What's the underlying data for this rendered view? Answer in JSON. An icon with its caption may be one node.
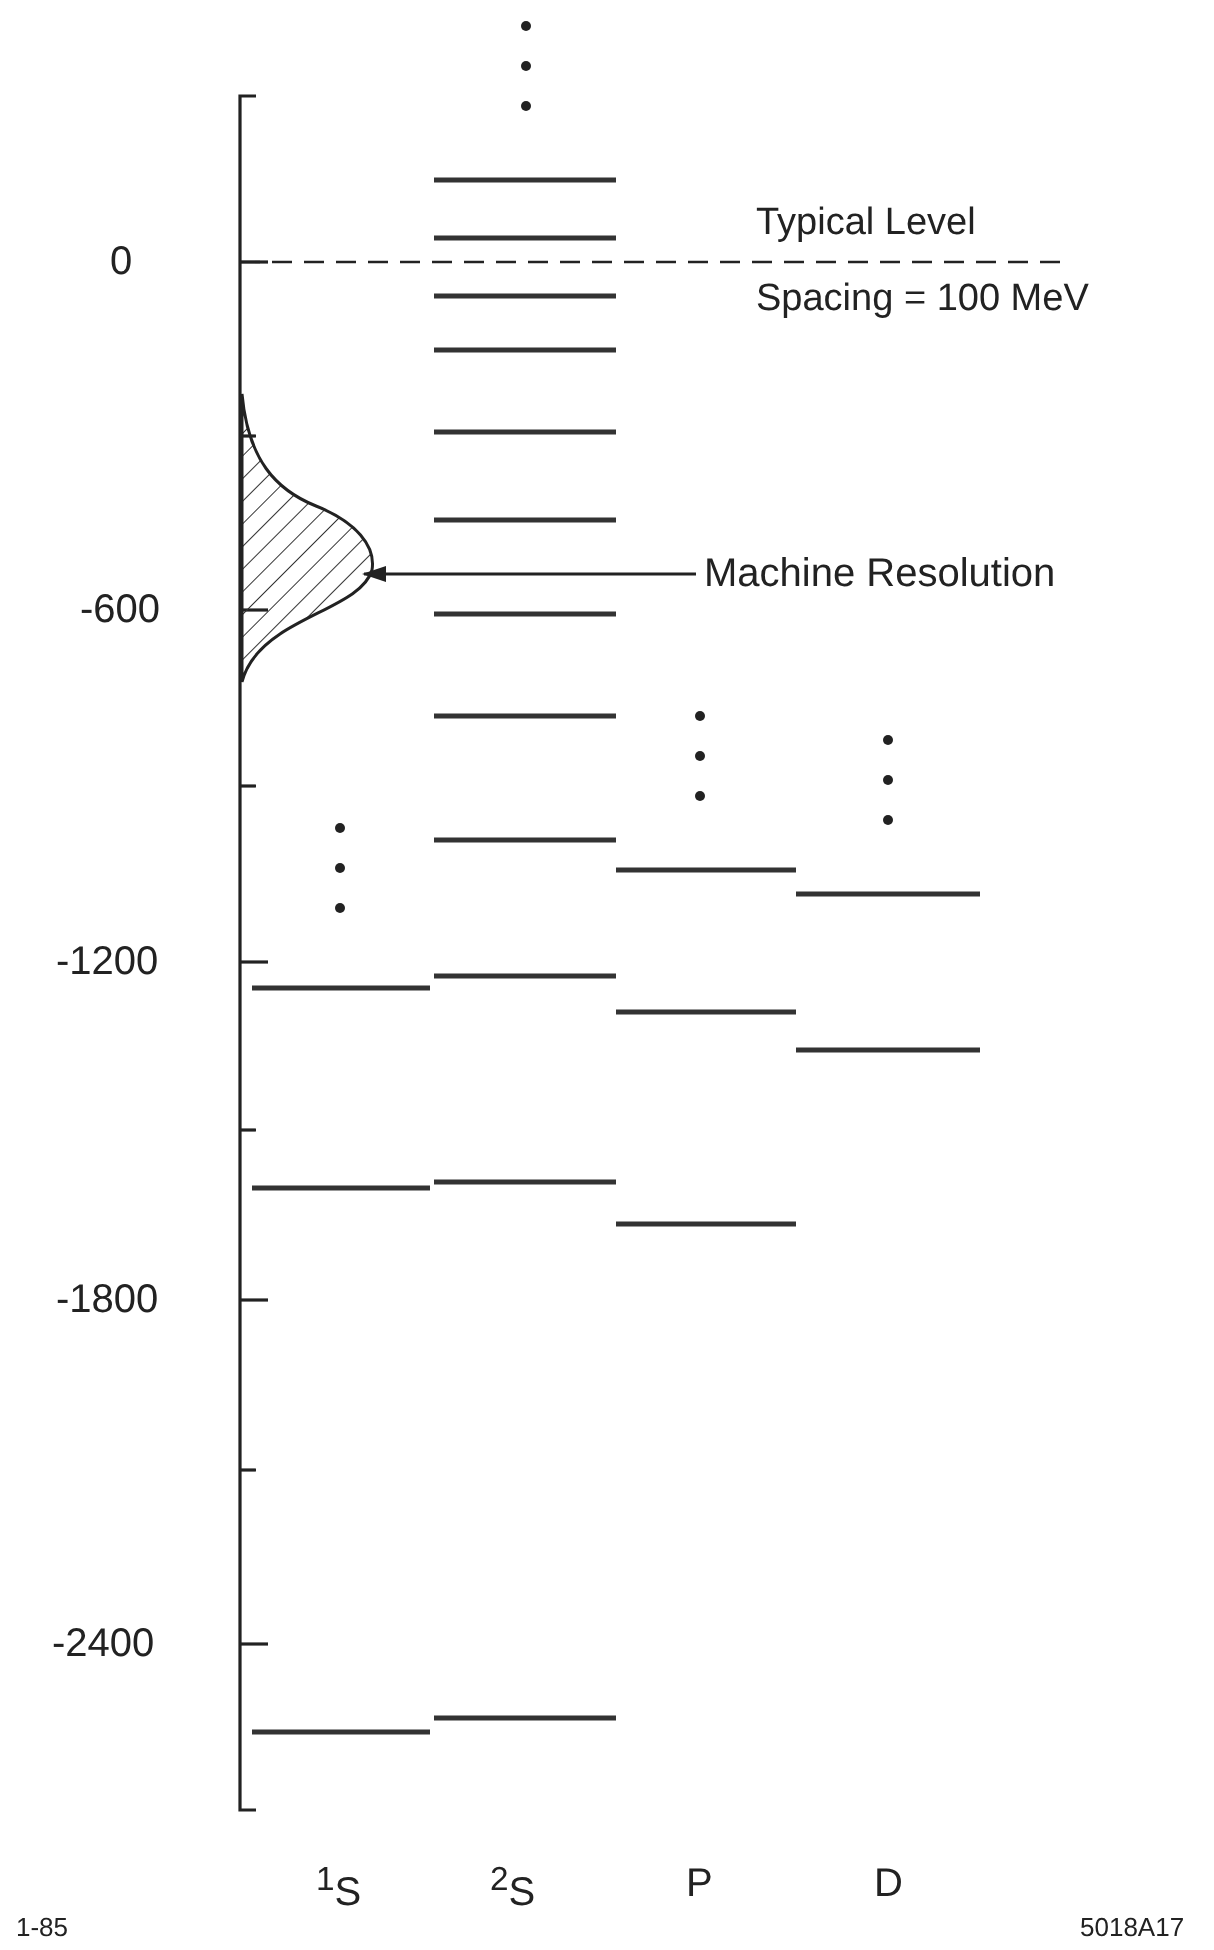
{
  "diagram": {
    "nodes": [
      {
        "text": [
          "Machine Resolution"
        ]
      },
      {
        "text": [],
        "shape": "curve"
      }
    ],
    "edges": [
      {
        "from": 0,
        "to": 1,
        "arrow": "to"
      }
    ],
    "labels": [
      "Typical Level Spacing = 100 MeV",
      "0",
      "-600",
      "-1200",
      "-1800",
      "-2400",
      "$^{1}$S",
      "$^{2}$S",
      "P",
      "D",
      "1-85",
      "5018A17"
    ]
  }
}
